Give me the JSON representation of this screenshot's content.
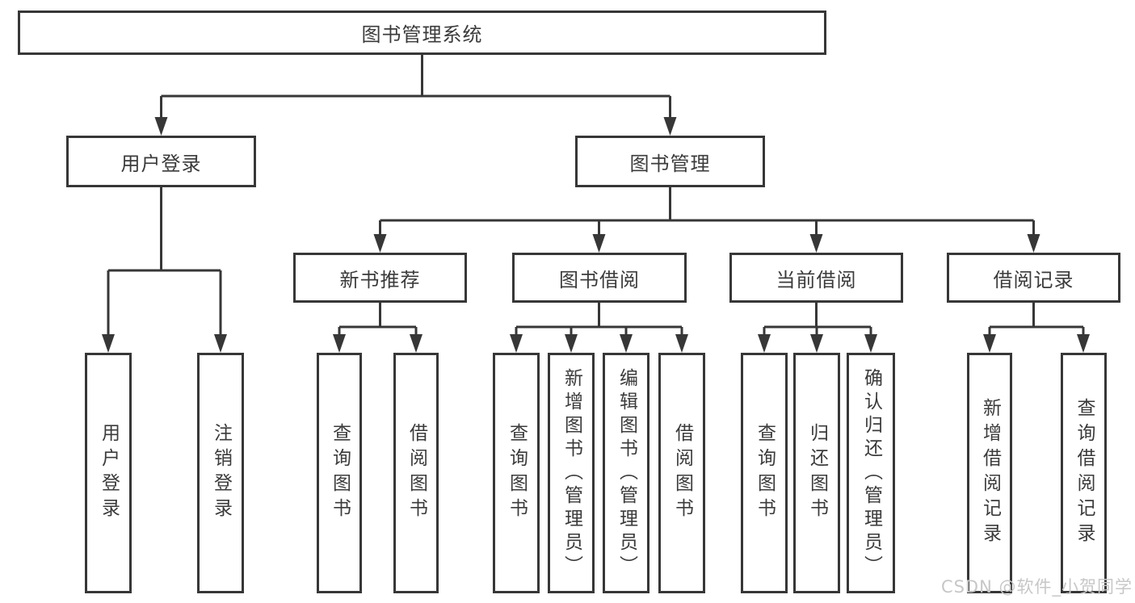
{
  "diagram": {
    "title": "图书管理系统",
    "branches": [
      {
        "label": "用户登录",
        "children": [
          {
            "label": "用户登录"
          },
          {
            "label": "注销登录"
          }
        ]
      },
      {
        "label": "图书管理",
        "children": [
          {
            "label": "新书推荐",
            "children": [
              {
                "label": "查询图书"
              },
              {
                "label": "借阅图书"
              }
            ]
          },
          {
            "label": "图书借阅",
            "children": [
              {
                "label": "查询图书"
              },
              {
                "label": "新增图书（管理员）"
              },
              {
                "label": "编辑图书（管理员）"
              },
              {
                "label": "借阅图书"
              }
            ]
          },
          {
            "label": "当前借阅",
            "children": [
              {
                "label": "查询图书"
              },
              {
                "label": "归还图书"
              },
              {
                "label": "确认归还（管理员）"
              }
            ]
          },
          {
            "label": "借阅记录",
            "children": [
              {
                "label": "新增借阅记录"
              },
              {
                "label": "查询借阅记录"
              }
            ]
          }
        ]
      }
    ]
  },
  "colors": {
    "line": "#373737",
    "text": "#3b3b3b",
    "background": "#ffffff",
    "watermark": "#c7c7c7"
  },
  "watermark": {
    "text": "CSDN @软件_小贺同学"
  }
}
